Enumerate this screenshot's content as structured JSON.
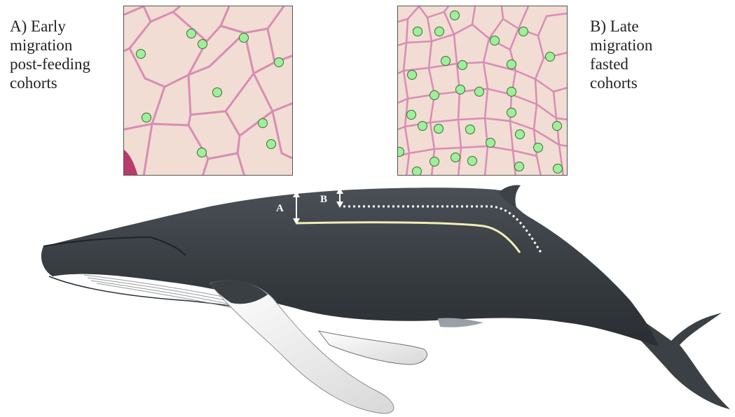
{
  "labels": {
    "a": [
      "A) Early",
      "migration",
      "post-feeding",
      "cohorts"
    ],
    "b": [
      "B) Late",
      "migration",
      "fasted",
      "cohorts"
    ]
  },
  "markers": {
    "a": "A",
    "b": "B"
  },
  "colors": {
    "tissue_background": "#f1ddd3",
    "cell_membrane": "#d98cb5",
    "cell_marker_fill": "#9ef09a",
    "cell_marker_stroke": "#3d6b3a",
    "whale_body": "#3a3f44",
    "whale_flipper": "#eeeeee",
    "blubber_line_a": "#f3eeb5",
    "blubber_line_b": "#ffffff"
  }
}
